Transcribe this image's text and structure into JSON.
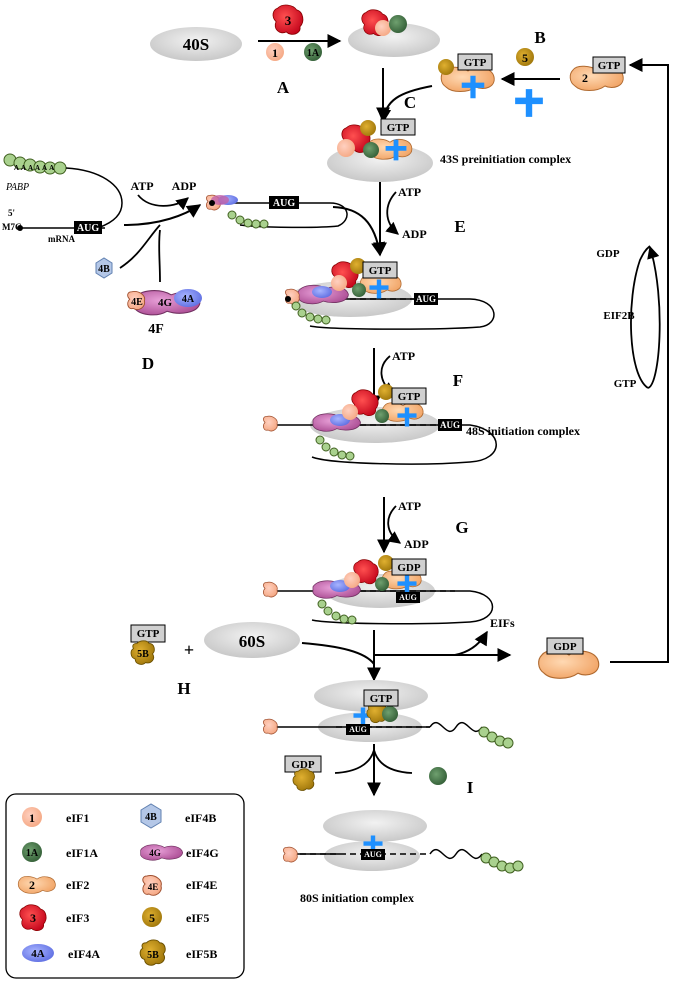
{
  "steps": {
    "A": "A",
    "B": "B",
    "C": "C",
    "D": "D",
    "E": "E",
    "F": "F",
    "G": "G",
    "H": "H",
    "I": "I"
  },
  "subunits": {
    "small": "40S",
    "large": "60S"
  },
  "factors": {
    "f1": "1",
    "f1A": "1A",
    "f2": "2",
    "f3": "3",
    "f5": "5",
    "f5B": "5B",
    "f4A": "4A",
    "f4B": "4B",
    "f4E": "4E",
    "f4G": "4G",
    "f4F": "4F"
  },
  "nucleotides": {
    "gtp": "GTP",
    "gdp": "GDP",
    "atp": "ATP",
    "adp": "ADP"
  },
  "mrna": {
    "pabp": "PABP",
    "five_prime": "5'",
    "cap": "M7G",
    "label": "mRNA",
    "aug": "AUG",
    "polyA": "AAAAAA",
    "polyA_short": "AAAAA"
  },
  "complexes": {
    "c43s": "43S preinitiation  complex",
    "c48s": "48S initiation complex",
    "c80s": "80S initiation complex"
  },
  "recycling": {
    "eif2b": "EIF2B",
    "eifs": "EIFs"
  },
  "plus": "+",
  "legend": [
    {
      "sym": "1",
      "name": "eIF1"
    },
    {
      "sym": "4B",
      "name": "eIF4B"
    },
    {
      "sym": "1A",
      "name": "eIF1A"
    },
    {
      "sym": "4G",
      "name": "eIF4G"
    },
    {
      "sym": "2",
      "name": "eIF2"
    },
    {
      "sym": "4E",
      "name": "eIF4E"
    },
    {
      "sym": "3",
      "name": "eIF3"
    },
    {
      "sym": "5",
      "name": "eIF5"
    },
    {
      "sym": "4A",
      "name": "eIF4A"
    },
    {
      "sym": "5B",
      "name": "eIF5B"
    }
  ],
  "colors": {
    "eif1": "#f4b183",
    "eif1A": "#3d6b3f",
    "eif2": "#f4b183",
    "eif3": "#e0142a",
    "eif5": "#b8860b",
    "eif5B": "#b8860b",
    "eif4A": "#7b8df0",
    "eif4B": "#b4c7e7",
    "eif4G": "#c060a8",
    "eif4E": "#f4b183",
    "ribosome": "#d9d9d9",
    "polyA": "#a9d18e",
    "trna": "#1e90ff"
  }
}
